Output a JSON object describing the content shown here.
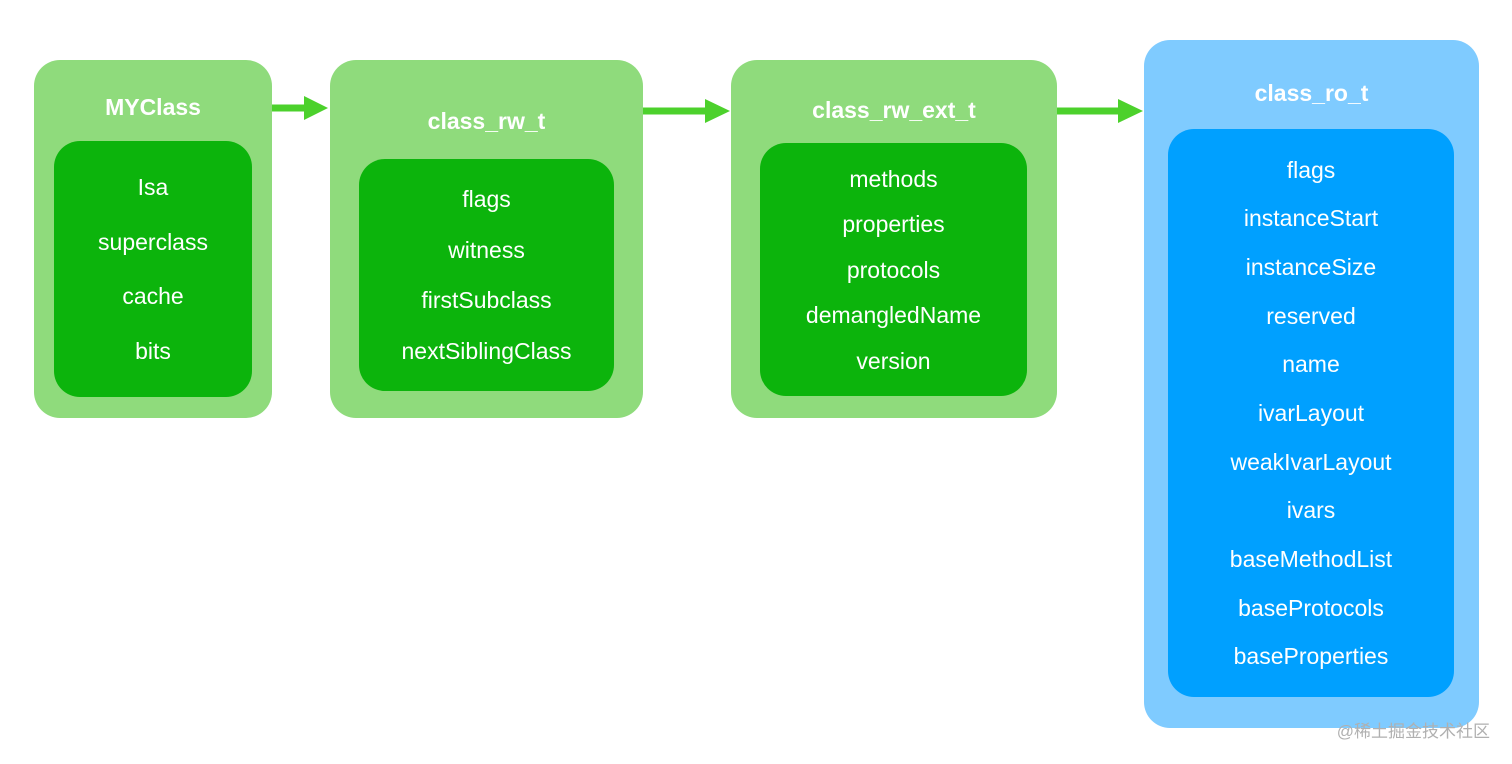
{
  "boxes": {
    "myclass": {
      "title": "MYClass",
      "fields": [
        "Isa",
        "superclass",
        "cache",
        "bits"
      ]
    },
    "class_rw_t": {
      "title": "class_rw_t",
      "fields": [
        "flags",
        "witness",
        "firstSubclass",
        "nextSiblingClass"
      ]
    },
    "class_rw_ext_t": {
      "title": "class_rw_ext_t",
      "fields": [
        "methods",
        "properties",
        "protocols",
        "demangledName",
        "version"
      ]
    },
    "class_ro_t": {
      "title": "class_ro_t",
      "fields": [
        "flags",
        "instanceStart",
        "instanceSize",
        "reserved",
        "name",
        "ivarLayout",
        "weakIvarLayout",
        "ivars",
        "baseMethodList",
        "baseProtocols",
        "baseProperties"
      ]
    }
  },
  "colors": {
    "green_outer": "#8fdb7c",
    "green_inner": "#0cb40c",
    "blue_outer": "#7fcbff",
    "blue_inner": "#00a0ff",
    "arrow": "#4cd12c"
  },
  "watermark": "@稀土掘金技术社区"
}
